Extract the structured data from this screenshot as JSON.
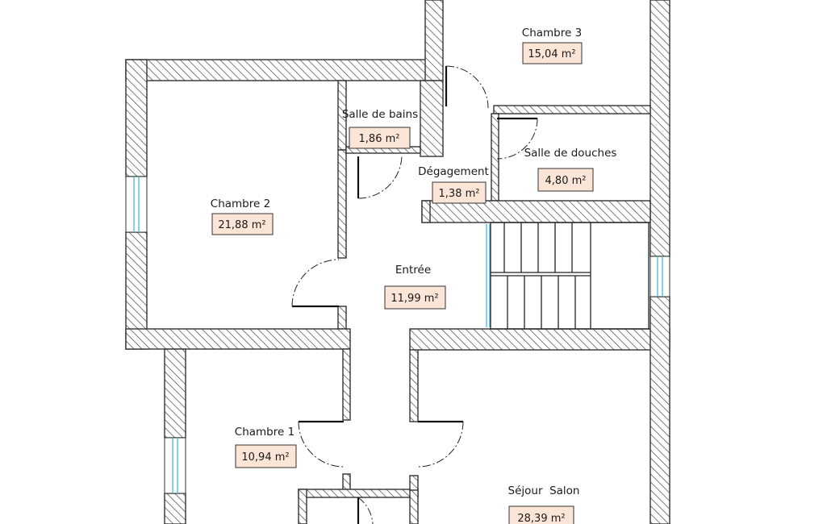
{
  "plan": {
    "colors": {
      "wall_line": "#333333",
      "hatch": "#444444",
      "window_glass": "#49b8de",
      "area_label_fill": "#fbe5d6"
    },
    "rooms": [
      {
        "id": "chambre-3",
        "name": "Chambre 3",
        "area": "15,04 m²"
      },
      {
        "id": "salle-de-bains",
        "name": "Salle de bains",
        "area": "1,86 m²"
      },
      {
        "id": "degagement",
        "name": "Dégagement",
        "area": "1,38 m²"
      },
      {
        "id": "salle-de-douches",
        "name": "Salle de douches",
        "area": "4,80 m²"
      },
      {
        "id": "chambre-2",
        "name": "Chambre 2",
        "area": "21,88 m²"
      },
      {
        "id": "entree",
        "name": "Entrée",
        "area": "11,99 m²"
      },
      {
        "id": "chambre-1",
        "name": "Chambre 1",
        "area": "10,94 m²"
      },
      {
        "id": "sejour-salon",
        "name": "Séjour  Salon",
        "area": "28,39 m²"
      }
    ]
  }
}
